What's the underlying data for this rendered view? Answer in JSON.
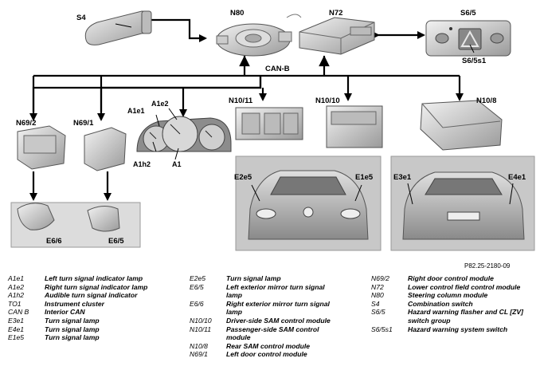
{
  "labels": {
    "s4": "S4",
    "n80": "N80",
    "n72": "N72",
    "s6_5": "S6/5",
    "s6_5s1": "S6/5s1",
    "can_b": "CAN-B",
    "n69_2": "N69/2",
    "n69_1": "N69/1",
    "a1e1": "A1e1",
    "a1e2": "A1e2",
    "a1h2": "A1h2",
    "a1": "A1",
    "n10_11": "N10/11",
    "n10_10": "N10/10",
    "n10_8": "N10/8",
    "e2e5": "E2e5",
    "e1e5": "E1e5",
    "e3e1": "E3e1",
    "e4e1": "E4e1",
    "e6_6": "E6/6",
    "e6_5": "E6/5"
  },
  "doc_id": "P82.25-2180-09",
  "legend": {
    "col1": [
      {
        "code": "A1e1",
        "desc": "Left turn signal indicator lamp"
      },
      {
        "code": "A1e2",
        "desc": "Right turn signal indicator lamp"
      },
      {
        "code": "A1h2",
        "desc": "Audible turn signal indicator"
      },
      {
        "code": "TO1",
        "desc": "Instrument cluster"
      },
      {
        "code": "CAN B",
        "desc": "Interior CAN"
      },
      {
        "code": "E3e1",
        "desc": "Turn signal lamp"
      },
      {
        "code": "E4e1",
        "desc": "Turn signal lamp"
      },
      {
        "code": "E1e5",
        "desc": "Turn signal lamp"
      }
    ],
    "col2": [
      {
        "code": "E2e5",
        "desc": "Turn signal lamp"
      },
      {
        "code": "E6/5",
        "desc": "Left exterior mirror turn signal lamp"
      },
      {
        "code": "E6/6",
        "desc": "Right exterior mirror turn signal lamp"
      },
      {
        "code": "N10/10",
        "desc": "Driver-side SAM control module"
      },
      {
        "code": "N10/11",
        "desc": "Passenger-side SAM control module"
      },
      {
        "code": "N10/8",
        "desc": "Rear SAM control module"
      },
      {
        "code": "N69/1",
        "desc": "Left door control module"
      }
    ],
    "col3": [
      {
        "code": "N69/2",
        "desc": "Right door control module"
      },
      {
        "code": "N72",
        "desc": "Lower control field control module"
      },
      {
        "code": "N80",
        "desc": "Steering column module"
      },
      {
        "code": "S4",
        "desc": "Combination switch"
      },
      {
        "code": "S6/5",
        "desc": "Hazard warning flasher and CL [ZV] switch group"
      },
      {
        "code": "S6/5s1",
        "desc": "Hazard warning system switch"
      }
    ]
  }
}
